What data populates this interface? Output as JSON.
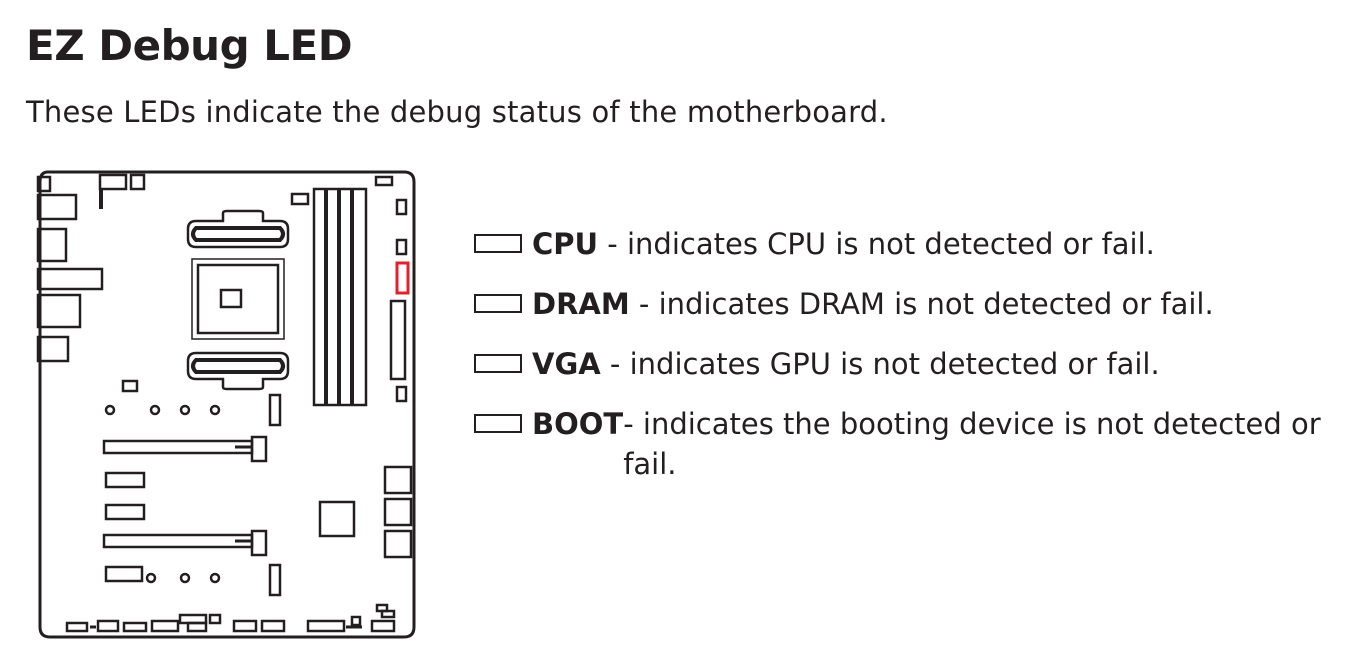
{
  "document": {
    "title": "EZ Debug LED",
    "intro": "These LEDs indicate the debug status of the motherboard."
  },
  "leds": [
    {
      "name": "CPU",
      "desc": " - indicates CPU is not detected or fail."
    },
    {
      "name": "DRAM",
      "desc": " - indicates DRAM is not detected or fail."
    },
    {
      "name": "VGA",
      "desc": " - indicates GPU is not detected or fail."
    },
    {
      "name": "BOOT",
      "desc": " - indicates the booting device is not detected or fail."
    }
  ],
  "colors": {
    "ink": "#231f20",
    "highlight": "#e3212d"
  },
  "icons": {
    "board": "motherboard-diagram-icon",
    "led": "led-outline-icon"
  }
}
